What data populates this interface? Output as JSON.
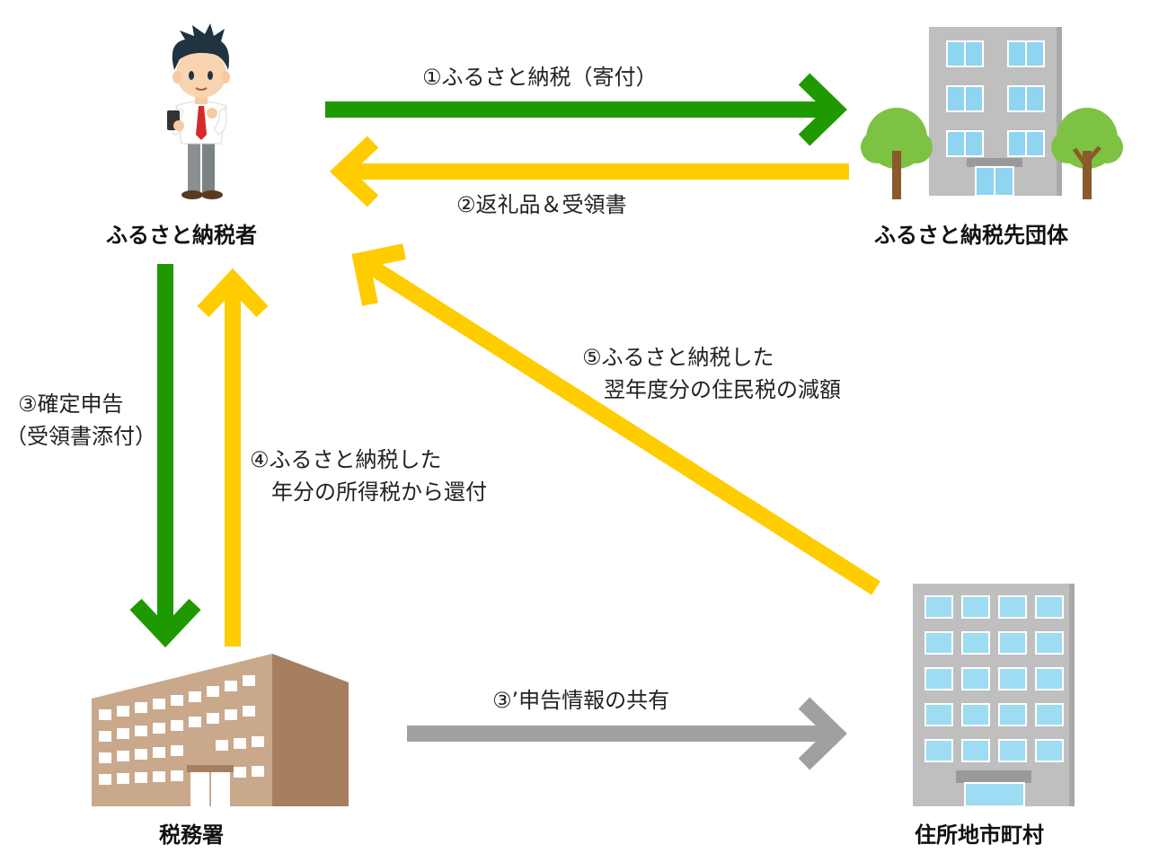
{
  "nodes": {
    "taxpayer": {
      "label": "ふるさと納税者"
    },
    "donee_municipality": {
      "label": "ふるさと納税先団体"
    },
    "tax_office": {
      "label": "税務署"
    },
    "home_municipality": {
      "label": "住所地市町村"
    }
  },
  "edges": {
    "e1": {
      "lines": [
        "①ふるさと納税（寄付）"
      ],
      "color": "#1e9a00"
    },
    "e2": {
      "lines": [
        "②返礼品＆受領書"
      ],
      "color": "#ffcc00"
    },
    "e3": {
      "lines": [
        "③確定申告",
        "（受領書添付）"
      ],
      "color": "#1e9a00"
    },
    "e4": {
      "lines": [
        "④ふるさと納税した",
        "　年分の所得税から還付"
      ],
      "color": "#ffcc00"
    },
    "e3p": {
      "lines": [
        "③’申告情報の共有"
      ],
      "color": "#a0a0a0"
    },
    "e5": {
      "lines": [
        "⑤ふるさと納税した",
        "　翌年度分の住民税の減額"
      ],
      "color": "#ffcc00"
    }
  }
}
